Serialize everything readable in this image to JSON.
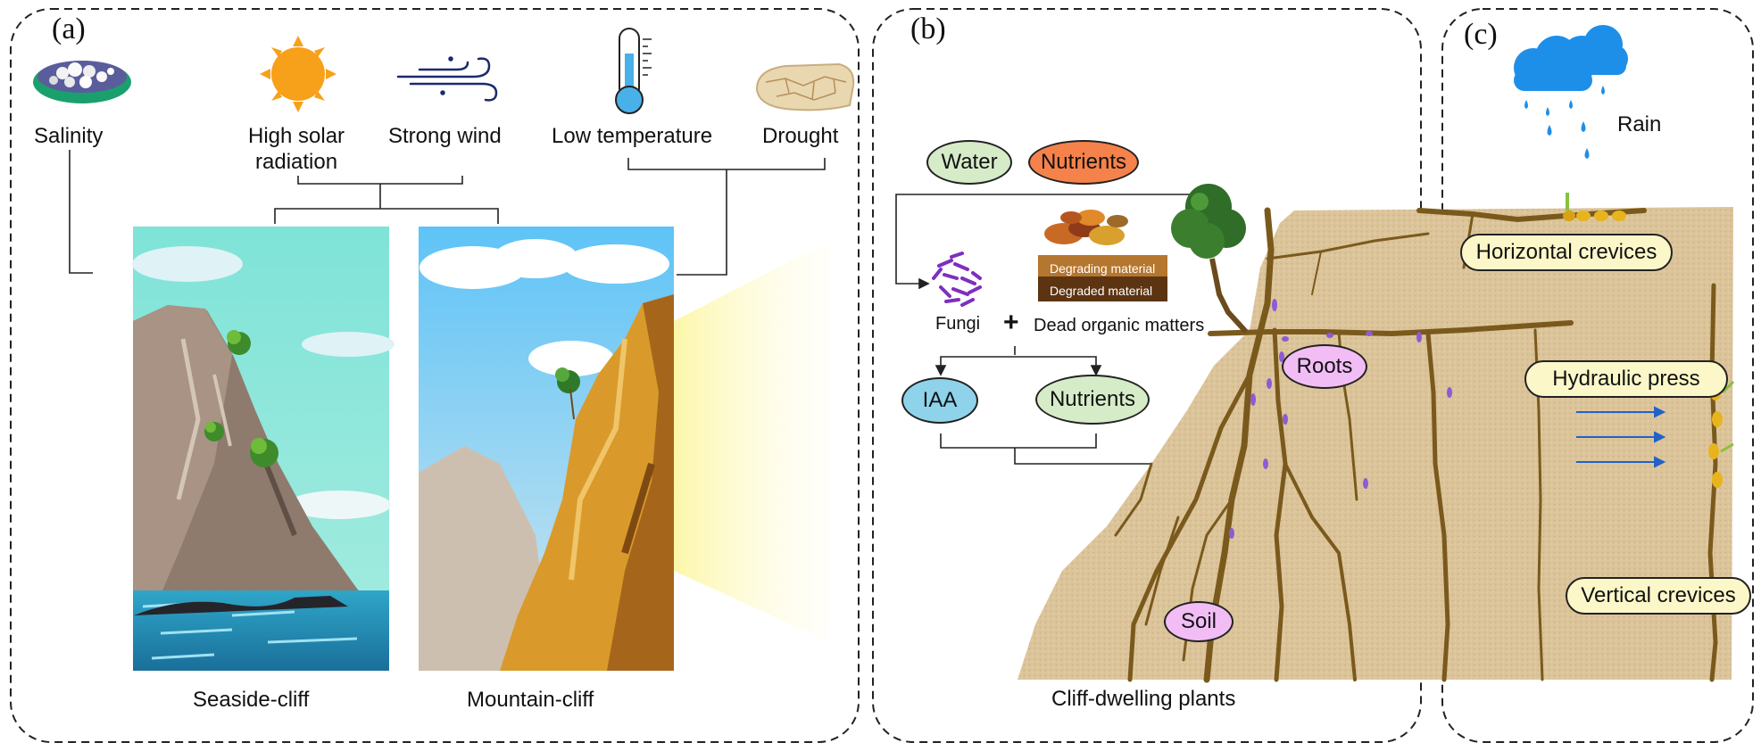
{
  "panels": {
    "a": {
      "letter": "(a)",
      "stressors": {
        "salinity": "Salinity",
        "solar_line1": "High solar",
        "solar_line2": "radiation",
        "wind": "Strong wind",
        "temperature": "Low temperature",
        "drought": "Drought"
      },
      "captions": {
        "seaside": "Seaside-cliff",
        "mountain": "Mountain-cliff"
      }
    },
    "b": {
      "letter": "(b)",
      "water": "Water",
      "nutrients_top": "Nutrients",
      "fungi": "Fungi",
      "plus": "+",
      "dead_organic": "Dead organic matters",
      "degrading": "Degrading material",
      "degraded": "Degraded material",
      "iaa": "IAA",
      "nutrients_bottom": "Nutrients",
      "roots": "Roots",
      "soil": "Soil",
      "caption": "Cliff-dwelling plants"
    },
    "c": {
      "letter": "(c)",
      "rain": "Rain",
      "horizontal": "Horizontal crevices",
      "hydraulic": "Hydraulic press",
      "vertical": "Vertical crevices"
    }
  },
  "colors": {
    "water_pill": "#d6ebc8",
    "nutrients_orange": "#f5824a",
    "iaa_blue": "#8fd3ea",
    "nutrients_green": "#d6ebc8",
    "roots_pink": "#f2bdf5",
    "soil_pink": "#f2bdf5",
    "crevice_label": "#fcf7c8",
    "soil_fill": "#dcc49a",
    "root_brown": "#7a5a1c",
    "rain_blue": "#1e8fe8",
    "fungi_purple": "#7d2fc0"
  },
  "icons": [
    "salt-bowl-icon",
    "sun-icon",
    "wind-icon",
    "thermometer-icon",
    "cracked-soil-icon",
    "tree-icon",
    "fungi-icon",
    "leaf-litter-icon",
    "rain-cloud-icon",
    "arrow-right-icon"
  ]
}
